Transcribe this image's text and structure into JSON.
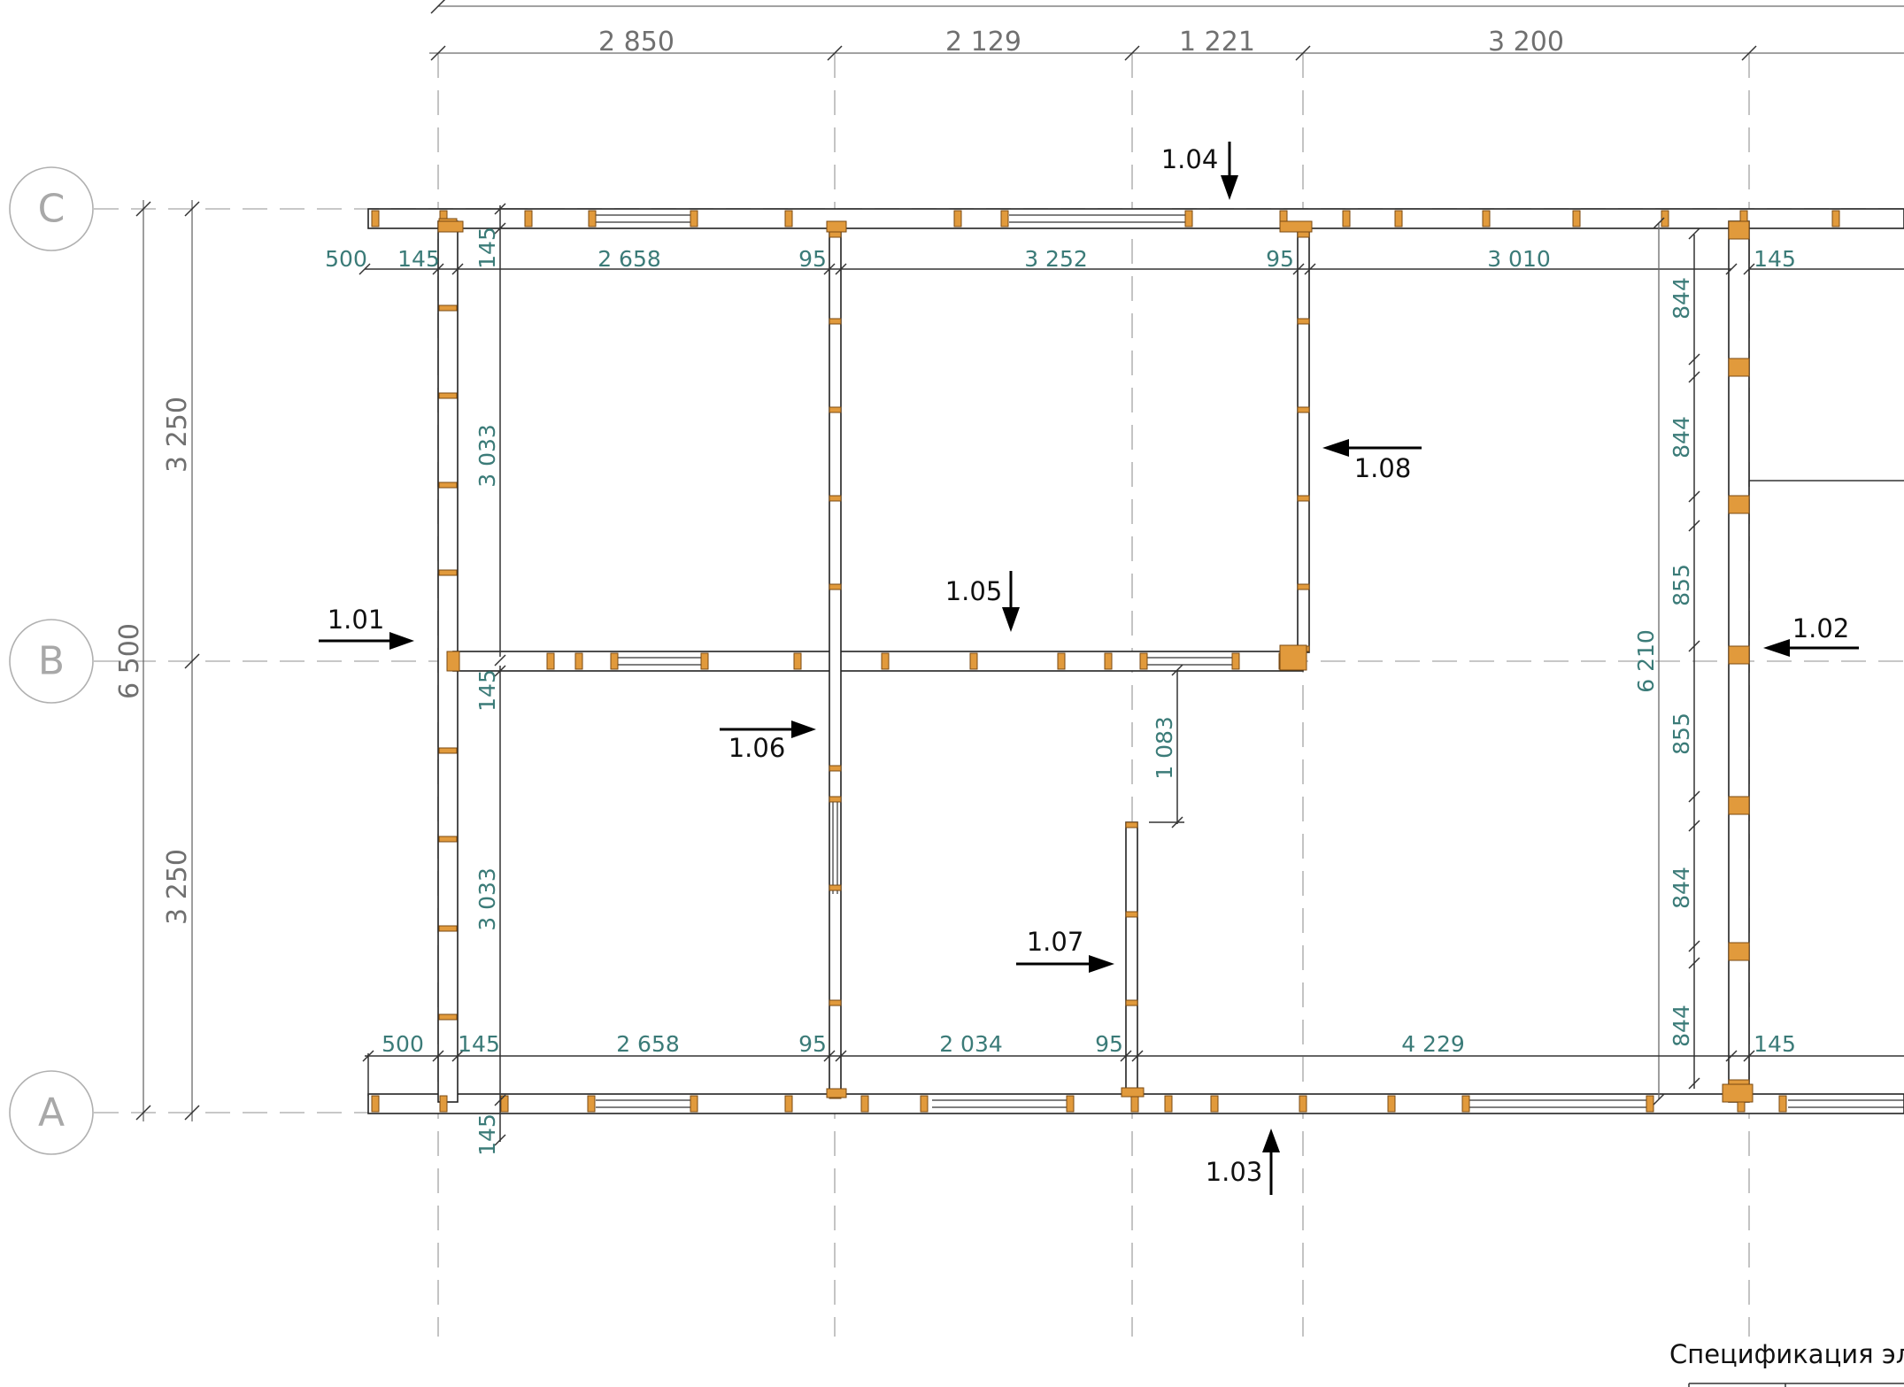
{
  "axes": {
    "rows": [
      {
        "label": "C"
      },
      {
        "label": "B"
      },
      {
        "label": "A"
      }
    ]
  },
  "dimensions": {
    "top": [
      "2 850",
      "2 129",
      "1 221",
      "3 200"
    ],
    "left_overall": "6 500",
    "left_parts": [
      "3 250",
      "3 250"
    ],
    "upper_row": [
      "500",
      "145",
      "2 658",
      "95",
      "3 252",
      "95",
      "3 010",
      "145"
    ],
    "upper_vertical": [
      "145",
      "3 033"
    ],
    "lower_vertical": [
      "145",
      "3 033"
    ],
    "bottom_vertical": "145",
    "partition": "1 083",
    "right_overall": "6 210",
    "right_segments": [
      "844",
      "844",
      "855",
      "855",
      "844",
      "844"
    ],
    "lower_row": [
      "500",
      "145",
      "2 658",
      "95",
      "2 034",
      "95",
      "4 229",
      "145"
    ]
  },
  "views": [
    {
      "label": "1.01"
    },
    {
      "label": "1.02"
    },
    {
      "label": "1.03"
    },
    {
      "label": "1.04"
    },
    {
      "label": "1.05"
    },
    {
      "label": "1.06"
    },
    {
      "label": "1.07"
    },
    {
      "label": "1.08"
    }
  ],
  "spec": {
    "title": "Спецификация эл-"
  },
  "colors": {
    "stud": "#e19a3c",
    "dimension_text": "#3b7b78",
    "grid": "#b5b5b5"
  }
}
